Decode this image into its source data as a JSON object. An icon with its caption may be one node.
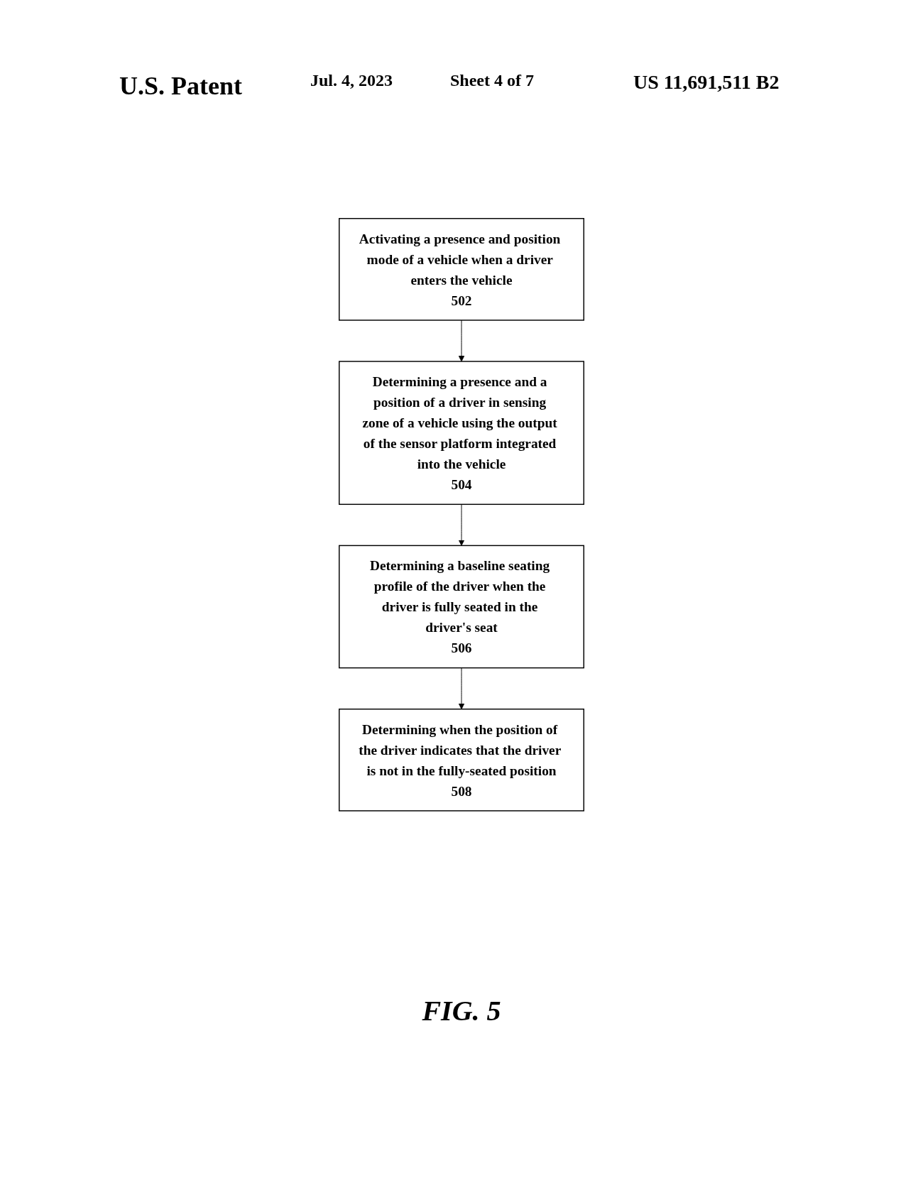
{
  "diagram": {
    "caption": "FIG. 5",
    "nodes": [
      {
        "text": [
          "Activating a presence and position mode of a vehicle when a driver enters the vehicle",
          "502"
        ]
      },
      {
        "text": [
          "Determining a presence and a position of a driver in sensing zone of a vehicle using the output of the sensor platform integrated into the vehicle",
          "504"
        ]
      },
      {
        "text": [
          "Determining a baseline seating profile of the driver when the driver is fully seated in the driver's seat",
          "506"
        ]
      },
      {
        "text": [
          "Determining when the position of the driver indicates that the driver is not in the fully-seated position",
          "508"
        ]
      }
    ],
    "edges": [
      {
        "from": 0,
        "to": 1,
        "arrow": "to"
      },
      {
        "from": 1,
        "to": 2,
        "arrow": "to"
      },
      {
        "from": 2,
        "to": 3,
        "arrow": "to"
      }
    ],
    "labels": [
      "U.S. Patent",
      "Jul. 4, 2023",
      "Sheet 4 of 7",
      "US 11,691,511 B2"
    ]
  }
}
